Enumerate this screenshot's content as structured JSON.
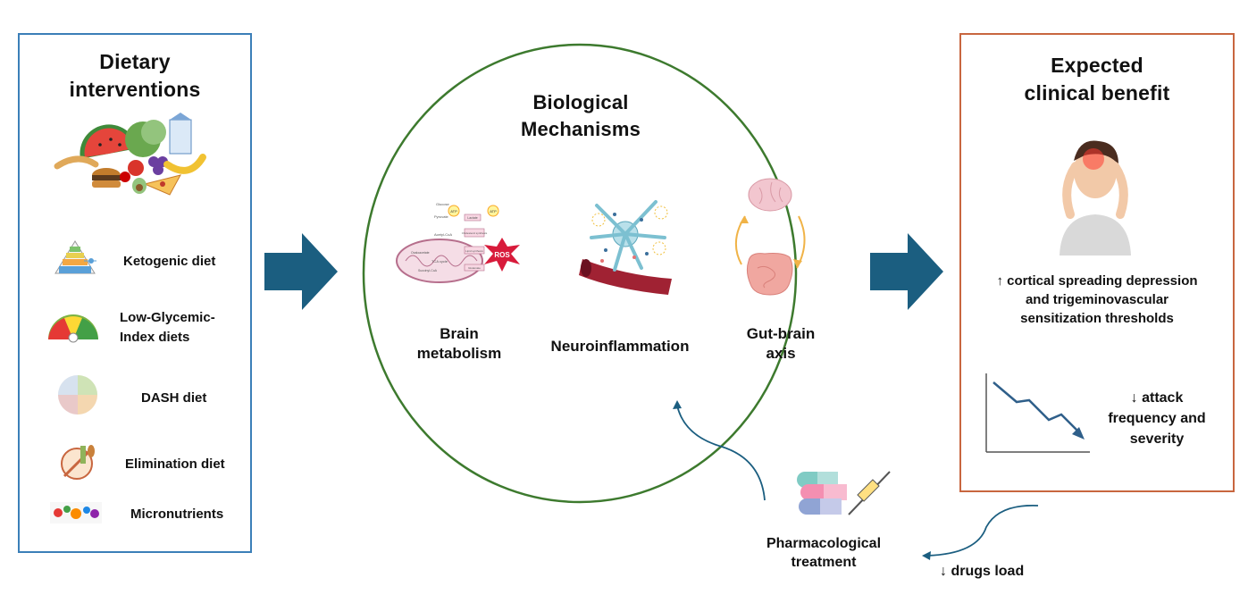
{
  "left_panel": {
    "title": "Dietary\ninterventions",
    "items": [
      {
        "label": "Ketogenic diet",
        "icon": "food-pyramid-icon"
      },
      {
        "label": "Low-Glycemic-\nIndex diets",
        "icon": "glycemic-plate-icon"
      },
      {
        "label": "DASH diet",
        "icon": "dash-plate-icon"
      },
      {
        "label": "Elimination diet",
        "icon": "elimination-plate-icon"
      },
      {
        "label": "Micronutrients",
        "icon": "micronutrients-icon"
      }
    ],
    "border_color": "#3b7fb8"
  },
  "center": {
    "title": "Biological\nMechanisms",
    "border_color": "#3d7a2e",
    "mechanisms": [
      {
        "label": "Brain\nmetabolism",
        "icon": "mitochondria-icon"
      },
      {
        "label": "Neuroinflammation",
        "icon": "neuron-inflammation-icon"
      },
      {
        "label": "Gut-brain\naxis",
        "icon": "gut-brain-icon"
      }
    ],
    "diagram_text": {
      "ros": "ROS",
      "glucose": "Glucose",
      "pyruvate": "Pyruvate",
      "atp": "ATP",
      "lactate": "Lactate",
      "acetyl": "Acetyl-CoA",
      "cholesterol": "Cholesterol synthesis",
      "lipid": "Lipid synthesis",
      "tca": "TCA cycle",
      "glutamate": "Glutamate",
      "oxaloacetate": "Oxaloacetate",
      "succinyl": "Succinyl-CoA"
    }
  },
  "right_panel": {
    "title": "Expected\nclinical benefit",
    "benefit1": "↑ cortical spreading depression\nand trigeminovascular\nsensitization thresholds",
    "benefit2": "↓ attack\nfrequency and\nseverity",
    "border_color": "#c8663f"
  },
  "pharma": {
    "label": "Pharmacological\ntreatment",
    "icon": "pills-syringe-icon"
  },
  "drugs_load": "↓ drugs load",
  "arrow_color": "#1b5e80"
}
